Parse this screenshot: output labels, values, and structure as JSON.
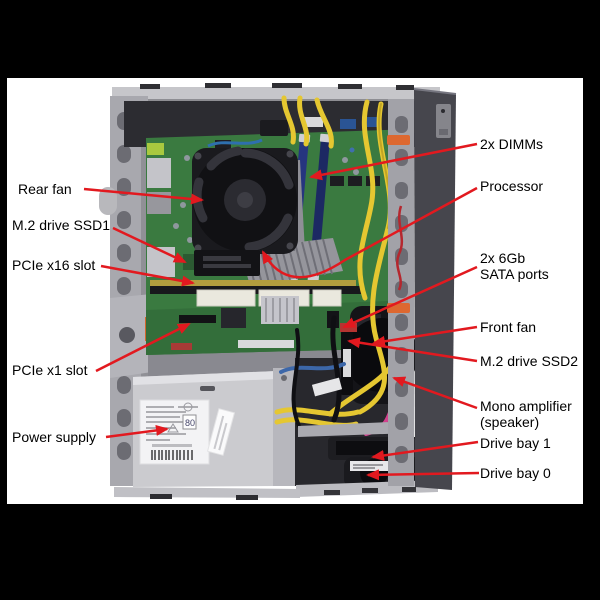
{
  "figure": {
    "kind": "labeled hardware diagram",
    "annotation_color": "#e2191f",
    "background_color": "#000000",
    "canvas_color": "#ffffff"
  },
  "annotations": [
    {
      "id": "rear-fan",
      "side": "left",
      "lines": [
        "Rear fan"
      ]
    },
    {
      "id": "m2-drive-ssd1",
      "side": "left",
      "lines": [
        "M.2 drive SSD1"
      ]
    },
    {
      "id": "pcie-x16-slot",
      "side": "left",
      "lines": [
        "PCIe x16 slot"
      ]
    },
    {
      "id": "pcie-x1-slot",
      "side": "left",
      "lines": [
        "PCIe x1 slot"
      ]
    },
    {
      "id": "power-supply",
      "side": "left",
      "lines": [
        "Power supply"
      ]
    },
    {
      "id": "dimms",
      "side": "right",
      "lines": [
        "2x DIMMs"
      ]
    },
    {
      "id": "processor",
      "side": "right",
      "lines": [
        "Processor"
      ]
    },
    {
      "id": "sata-ports",
      "side": "right",
      "lines": [
        "2x 6Gb",
        "SATA ports"
      ]
    },
    {
      "id": "front-fan",
      "side": "right",
      "lines": [
        "Front fan"
      ]
    },
    {
      "id": "m2-drive-ssd2",
      "side": "right",
      "lines": [
        "M.2 drive SSD2"
      ]
    },
    {
      "id": "mono-amplifier",
      "side": "right",
      "lines": [
        "Mono amplifier",
        "(speaker)"
      ]
    },
    {
      "id": "drive-bay-1",
      "side": "right",
      "lines": [
        "Drive bay 1"
      ]
    },
    {
      "id": "drive-bay-0",
      "side": "right",
      "lines": [
        "Drive bay 0"
      ]
    }
  ],
  "photo_text": {
    "psu_badge_80": "80"
  }
}
